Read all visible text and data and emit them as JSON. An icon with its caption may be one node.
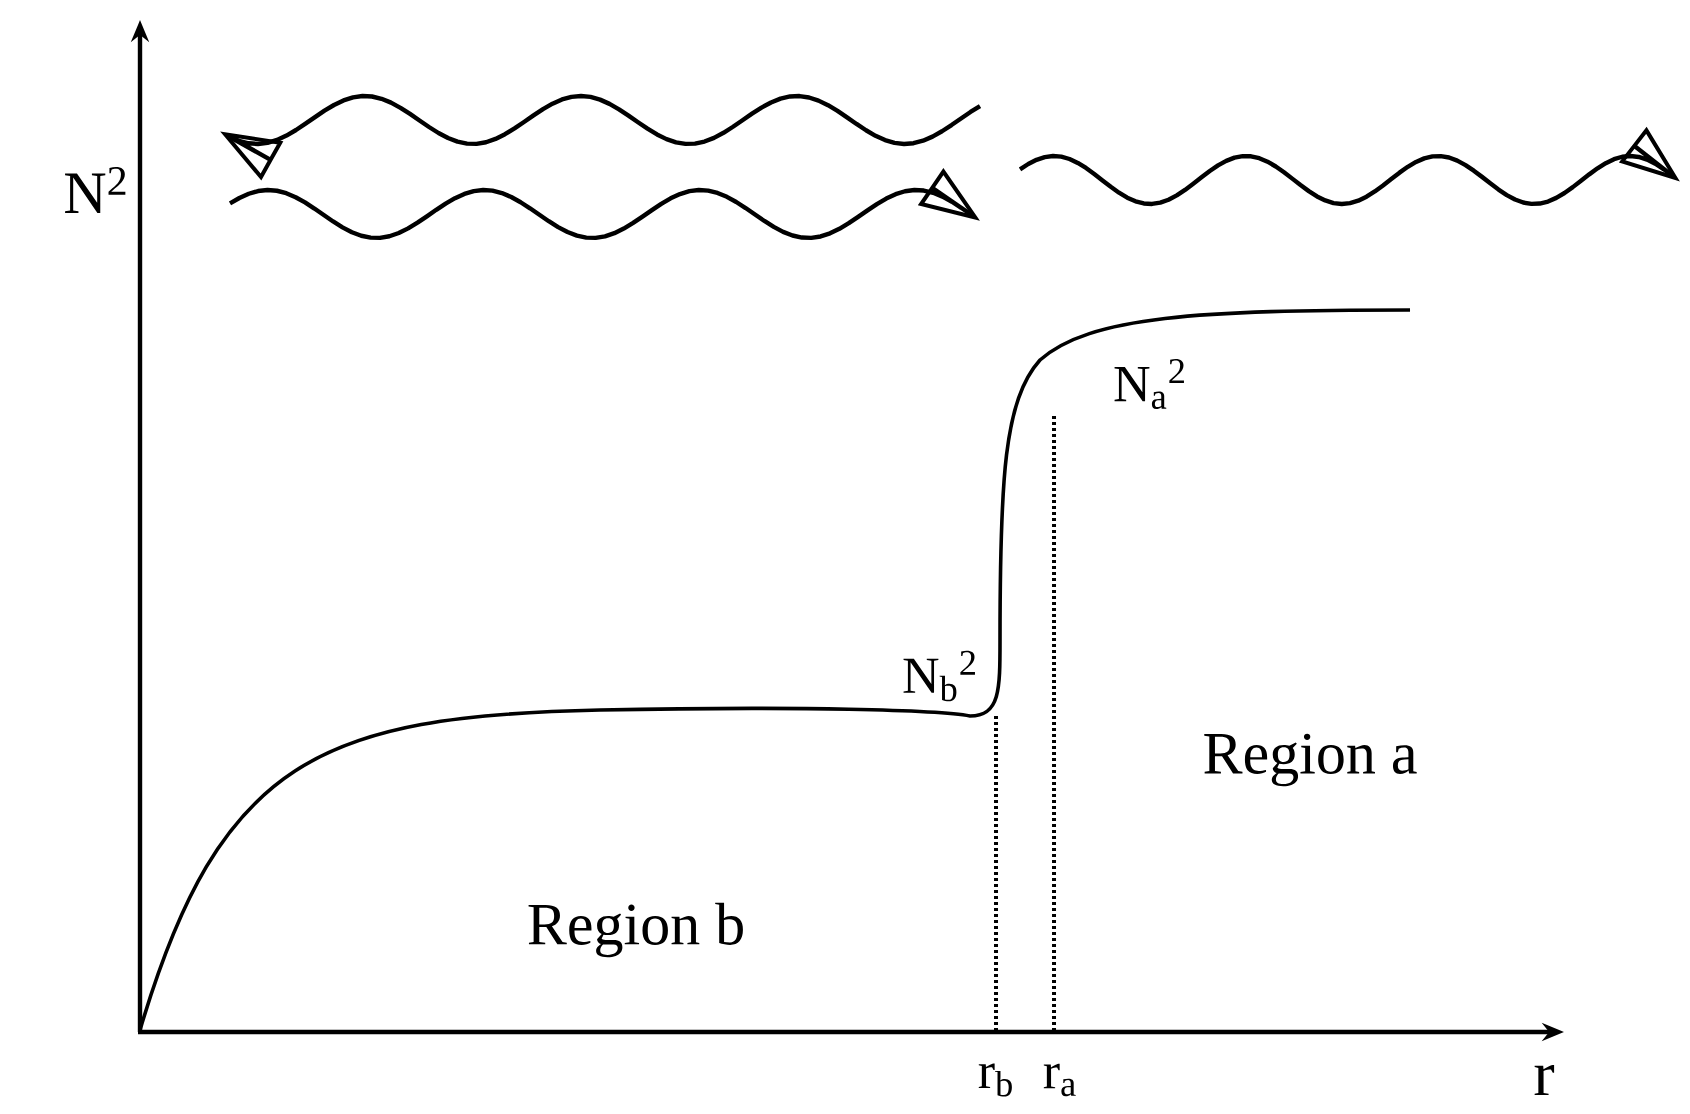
{
  "diagram": {
    "labels": [
      "N$^{2}$",
      "N$_{a}$$^{2}$",
      "N$_{b}$$^{2}$",
      "Region a",
      "Region b",
      "r$_{b}$",
      "r$_{a}$",
      "r"
    ]
  }
}
